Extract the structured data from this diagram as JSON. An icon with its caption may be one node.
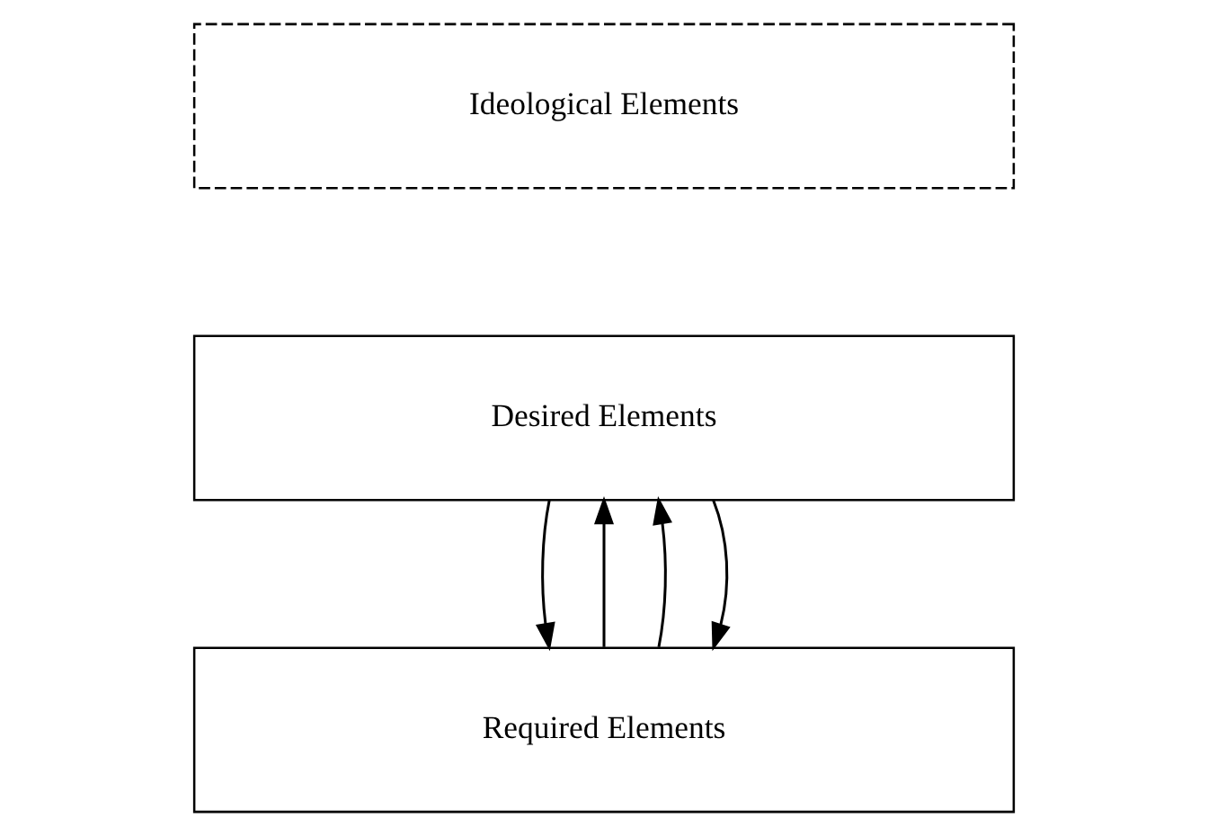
{
  "diagram": {
    "nodes": [
      {
        "text": [
          "Ideological Elements"
        ]
      },
      {
        "text": [
          "Desired Elements"
        ]
      },
      {
        "text": [
          "Required Elements"
        ]
      }
    ],
    "edges": [
      {
        "from": 1,
        "to": 2,
        "arrow": "to"
      },
      {
        "from": 2,
        "to": 1,
        "arrow": "to"
      },
      {
        "from": 2,
        "to": 1,
        "arrow": "to"
      },
      {
        "from": 1,
        "to": 2,
        "arrow": "to"
      }
    ]
  }
}
